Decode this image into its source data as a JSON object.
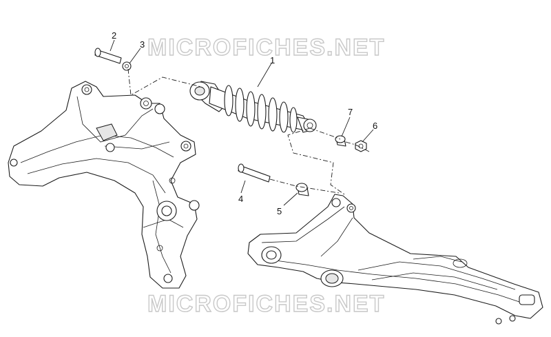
{
  "watermark": "MICROFICHES.NET",
  "callouts": {
    "shock_absorber": "1",
    "upper_bolt": "2",
    "upper_washer": "3",
    "lower_bolt": "4",
    "lower_bushing": "5",
    "nut": "6",
    "spacer": "7"
  }
}
